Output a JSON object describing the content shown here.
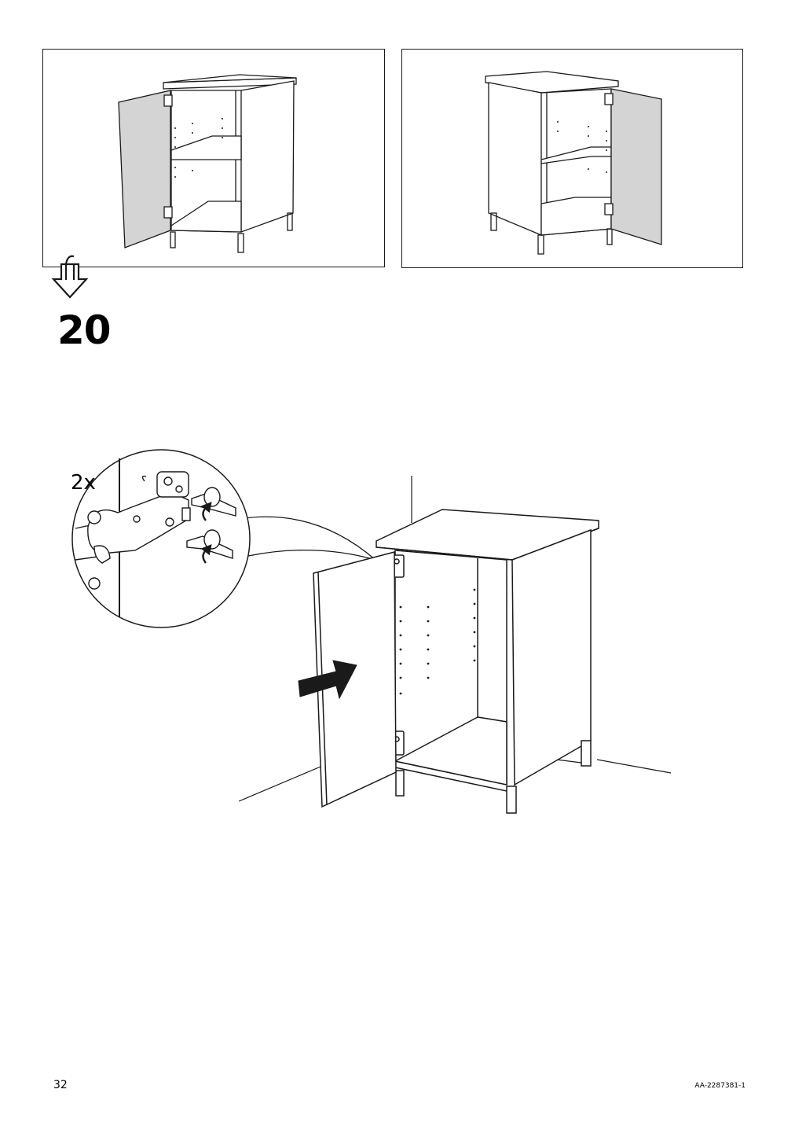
{
  "step": {
    "number": "20"
  },
  "detail": {
    "quantity": "2x"
  },
  "footer": {
    "page_number": "32",
    "document_code": "AA-2287381-1"
  },
  "colors": {
    "line": "#1a1a1a",
    "door_fill": "#d4d4d4",
    "arrow_fill": "#1a1a1a"
  },
  "icons": [
    "down-arrow-icon",
    "push-arrow-icon",
    "rotate-arrow-icon",
    "screwdriver-icon",
    "hinge-icon"
  ]
}
